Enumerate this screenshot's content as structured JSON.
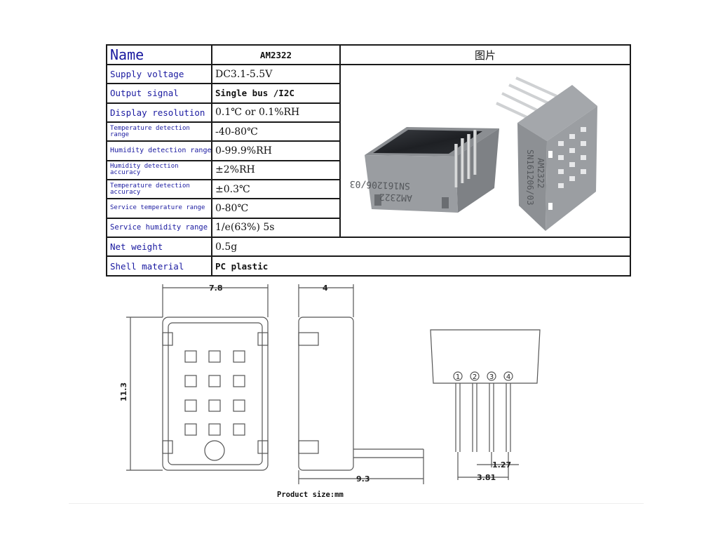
{
  "table": {
    "header": {
      "name_label": "Name",
      "model": "AM2322",
      "picture_label": "图片"
    },
    "rows": [
      {
        "label": "Supply voltage",
        "value": "DC3.1-5.5V"
      },
      {
        "label": "Output signal",
        "value": "Single bus /I2C"
      },
      {
        "label": "Display resolution",
        "value": "0.1℃ or 0.1%RH"
      },
      {
        "label": "Temperature detection range",
        "value": "-40-80℃"
      },
      {
        "label": "Humidity detection range",
        "value": "0-99.9%RH"
      },
      {
        "label": "Humidity detection accuracy",
        "value": "±2%RH"
      },
      {
        "label": "Temperature detection accuracy",
        "value": "±0.3℃"
      },
      {
        "label": "Service temperature range",
        "value": "0-80℃"
      },
      {
        "label": "Service humidity range",
        "value": "1/e(63%) 5s"
      },
      {
        "label": "Net weight",
        "value": "0.5g"
      },
      {
        "label": "Shell material",
        "value": "PC plastic"
      }
    ]
  },
  "photo": {
    "print_line1": "SN161206/03",
    "print_line2": "AM2322"
  },
  "drawing": {
    "front_width": "7.8",
    "front_height": "11.3",
    "side_depth": "4",
    "side_length": "9.3",
    "pin_labels": [
      "①",
      "②",
      "③",
      "④"
    ],
    "pin_pitch": "1.27",
    "pin_span": "3.81",
    "caption": "Product size:mm"
  }
}
